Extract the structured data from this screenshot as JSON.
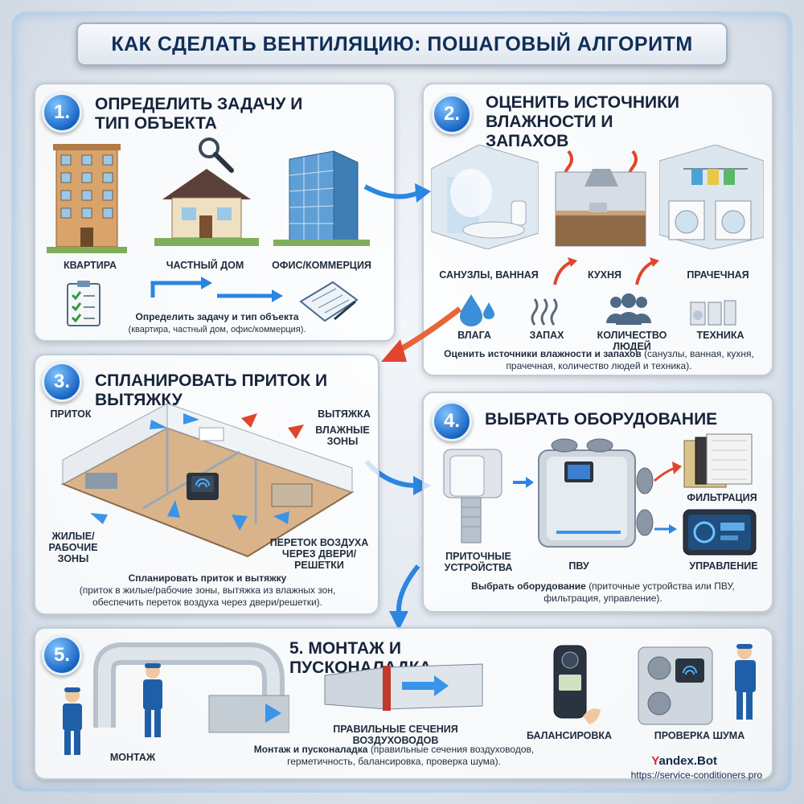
{
  "title": "КАК СДЕЛАТЬ ВЕНТИЛЯЦИЮ: ПОШАГОВЫЙ АЛГОРИТМ",
  "step1": {
    "number": "1.",
    "heading": "ОПРЕДЕЛИТЬ ЗАДАЧУ И ТИП ОБЪЕКТА",
    "labels": [
      "КВАРТИРА",
      "ЧАСТНЫЙ ДОМ",
      "ОФИС/КОММЕРЦИЯ"
    ],
    "desc_bold": "Определить задачу и тип объекта",
    "desc": "(квартира, частный дом, офис/коммерция)."
  },
  "step2": {
    "number": "2.",
    "heading": "ОЦЕНИТЬ ИСТОЧНИКИ ВЛАЖНОСТИ И ЗАПАХОВ",
    "rooms": [
      "САНУЗЛЫ, ВАННАЯ",
      "КУХНЯ",
      "ПРАЧЕЧНАЯ"
    ],
    "factors": [
      "ВЛАГА",
      "ЗАПАХ",
      "КОЛИЧЕСТВО ЛЮДЕЙ",
      "ТЕХНИКА"
    ],
    "desc_bold": "Оценить источники влажности и запахов",
    "desc": "(санузлы, ванная, кухня, прачечная, количество людей и техника)."
  },
  "step3": {
    "number": "3.",
    "heading": "СПЛАНИРОВАТЬ ПРИТОК И ВЫТЯЖКУ",
    "labels": {
      "supply": "ПРИТОК",
      "exhaust": "ВЫТЯЖКА",
      "wet": "ВЛАЖНЫЕ ЗОНЫ",
      "living": "ЖИЛЫЕ/ РАБОЧИЕ ЗОНЫ",
      "overflow": "ПЕРЕТОК ВОЗДУХА ЧЕРЕЗ ДВЕРИ/ РЕШЕТКИ"
    },
    "desc_bold": "Спланировать приток и вытяжку",
    "desc": "(приток в жилые/рабочие зоны, вытяжка из влажных зон, обеспечить переток воздуха через двери/решетки)."
  },
  "step4": {
    "number": "4.",
    "heading": "ВЫБРАТЬ ОБОРУДОВАНИЕ",
    "labels": [
      "ПРИТОЧНЫЕ УСТРОЙСТВА",
      "ПВУ",
      "ФИЛЬТРАЦИЯ",
      "УПРАВЛЕНИЕ"
    ],
    "desc_bold": "Выбрать оборудование",
    "desc": "(приточные устройства или ПВУ, фильтрация, управление)."
  },
  "step5": {
    "number": "5.",
    "heading": "5. МОНТАЖ И ПУСКОНАЛАДКА",
    "labels": [
      "МОНТАЖ",
      "ПРАВИЛЬНЫЕ СЕЧЕНИЯ ВОЗДУХОВОДОВ",
      "БАЛАНСИРОВКА",
      "ПРОВЕРКА ШУМА"
    ],
    "desc_bold": "Монтаж и пусконаладка",
    "desc": "(правильные сечения воздуховодов, герметичность, балансировка, проверка шума)."
  },
  "brand": {
    "name_y": "Y",
    "name_rest": "andex.Bot",
    "url": "https://service-conditioners.pro"
  },
  "colors": {
    "accent_blue": "#1a66c4",
    "arrow_red": "#e2452d",
    "title_text": "#102f57"
  },
  "icons": [
    "magnifier-icon",
    "clipboard-icon",
    "blueprint-icon",
    "water-drop-icon",
    "smell-waves-icon",
    "people-icon",
    "appliances-icon",
    "wifi-controller-icon",
    "anemometer-icon"
  ]
}
